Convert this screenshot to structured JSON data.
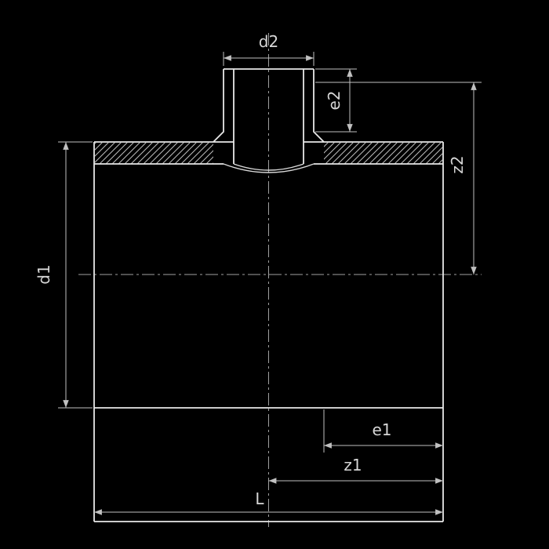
{
  "drawing": {
    "kind": "pipe-fitting-cross-section",
    "dimension_labels": {
      "d2": "d2",
      "e2": "e2",
      "z2": "z2",
      "d1": "d1",
      "e1": "e1",
      "z1": "z1",
      "L": "L"
    },
    "colors": {
      "background": "#000000",
      "outline": "#e8e8e8",
      "dimension": "#c0c0c0",
      "centerline": "#9f9f9f",
      "text": "#d6d6d6",
      "hatch": "#bdbdbd"
    }
  }
}
